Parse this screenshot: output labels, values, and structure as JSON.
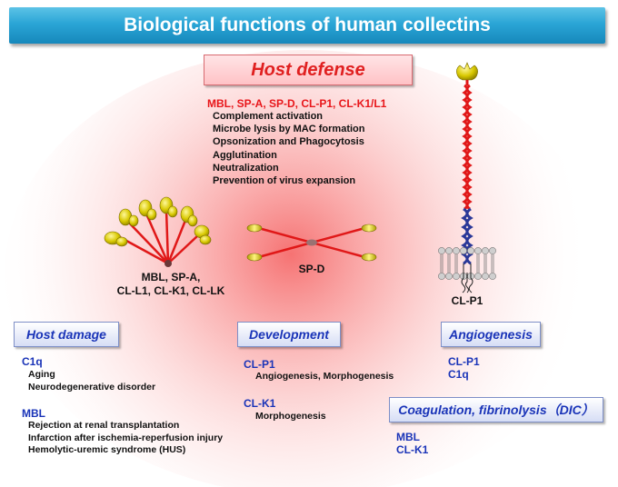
{
  "title": "Biological functions of human collectins",
  "host_defense": {
    "label": "Host defense",
    "proteins": "MBL, SP-A, SP-D, CL-P1, CL-K1/L1",
    "functions": [
      "Complement activation",
      "Microbe lysis by MAC formation",
      "Opsonization and Phagocytosis",
      "Agglutination",
      "Neutralization",
      "Prevention of virus expansion"
    ]
  },
  "structures": {
    "bouquet_label": [
      "MBL, SP-A,",
      "CL-L1, CL-K1, CL-LK"
    ],
    "spd_label": "SP-D",
    "clp1_label": "CL-P1"
  },
  "host_damage": {
    "label": "Host damage",
    "c1q": "C1q",
    "c1q_items": [
      "Aging",
      "Neurodegenerative disorder"
    ],
    "mbl": "MBL",
    "mbl_items": [
      "Rejection at renal transplantation",
      "Infarction after ischemia-reperfusion injury",
      "Hemolytic-uremic syndrome (HUS)"
    ]
  },
  "development": {
    "label": "Development",
    "clp1": "CL-P1",
    "clp1_items": [
      "Angiogenesis, Morphogenesis"
    ],
    "clk1": "CL-K1",
    "clk1_items": [
      "Morphogenesis"
    ]
  },
  "angiogenesis": {
    "label": "Angiogenesis",
    "items": [
      "CL-P1",
      "C1q"
    ]
  },
  "coagulation": {
    "label": "Coagulation, fibrinolysis（DIC）",
    "items": [
      "MBL",
      "CL-K1"
    ]
  },
  "colors": {
    "title_bar": "#2aa5d6",
    "red_text": "#e8161a",
    "blue_text": "#1a34b8",
    "glow": "#f05a5a",
    "head_yellow": "#d4c400"
  }
}
